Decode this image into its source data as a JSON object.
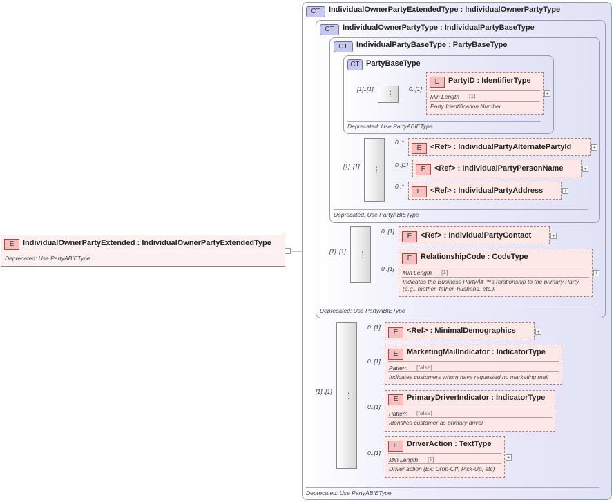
{
  "root": {
    "badge": "E",
    "title": "IndividualOwnerPartyExtended : IndividualOwnerPartyExtendedType",
    "doc": "Deprecated: Use PartyABIEType"
  },
  "types": {
    "outer": {
      "badge": "CT",
      "title": "IndividualOwnerPartyExtendedType : IndividualOwnerPartyType",
      "doc": "Deprecated: Use PartyABIEType"
    },
    "mid": {
      "badge": "CT",
      "title": "IndividualOwnerPartyType : IndividualPartyBaseType",
      "doc": "Deprecated: Use PartyABIEType"
    },
    "inner": {
      "badge": "CT",
      "title": "IndividualPartyBaseType : PartyBaseType",
      "doc": "Deprecated: Use PartyABIEType"
    },
    "base": {
      "badge": "CT",
      "title": "PartyBaseType",
      "doc": "Deprecated: Use PartyABIEType"
    }
  },
  "cardinalities": {
    "seq_base": "[1]..[1]",
    "seq_inner": "[1]..[1]",
    "seq_mid": "[1]..[1]",
    "seq_outer": "[1]..[1]",
    "party_id": "0..[1]",
    "alt_party": "0..*",
    "person_name": "0..[1]",
    "address": "0..*",
    "contact": "0..[1]",
    "relationship": "0..[1]",
    "demographics": "0..[1]",
    "marketing": "0..[1]",
    "primary_driver": "0..[1]",
    "driver_action": "0..[1]"
  },
  "elements": {
    "party_id": {
      "badge": "E",
      "title": "PartyID   : IdentifierType",
      "facet_k": "Min Length",
      "facet_v": "[1]",
      "doc": "Party Identification Number"
    },
    "alt_party": {
      "badge": "E",
      "title": "<Ref>     : IndividualPartyAlternatePartyId"
    },
    "person_name": {
      "badge": "E",
      "title": "<Ref>     : IndividualPartyPersonName"
    },
    "address": {
      "badge": "E",
      "title": "<Ref>     : IndividualPartyAddress"
    },
    "contact": {
      "badge": "E",
      "title": "<Ref>     : IndividualPartyContact"
    },
    "relationship": {
      "badge": "E",
      "title": "RelationshipCode : CodeType",
      "facet_k": "Min Length",
      "facet_v": "[1]",
      "doc1": "Indicates the Business PartyÂ¢ ™s relationship to the primary Party",
      "doc2": "(e.g., mother, father, husband, etc.)l"
    },
    "demographics": {
      "badge": "E",
      "title": "<Ref>     : MinimalDemographics"
    },
    "marketing": {
      "badge": "E",
      "title": "MarketingMailIndicator : IndicatorType",
      "facet_k": "Pattern",
      "facet_v": "[false]",
      "doc": "Indicates customers whom have requested no marketing mail"
    },
    "primary_driver": {
      "badge": "E",
      "title": "PrimaryDriverIndicator : IndicatorType",
      "facet_k": "Pattern",
      "facet_v": "[false]",
      "doc": "Identifies customer as primary driver"
    },
    "driver_action": {
      "badge": "E",
      "title": "DriverAction : TextType",
      "facet_k": "Min Length",
      "facet_v": "[1]",
      "doc": "Driver action (Ex: Drop-Off, Pick-Up, etc)"
    }
  },
  "icons": {
    "sequence": "sequence-compositor-icon",
    "expand": "expand-plus-icon",
    "ct_ext": "complex-type-extension-icon",
    "collapse": "collapse-minus-icon"
  },
  "glyphs": {
    "plus": "+",
    "minus": "−",
    "seq": "⋮"
  },
  "colors": {
    "element_fill": "#fde8e8",
    "element_border": "#b07878",
    "type_fill": "#e2e2f6",
    "type_border": "#9a9ab0"
  }
}
